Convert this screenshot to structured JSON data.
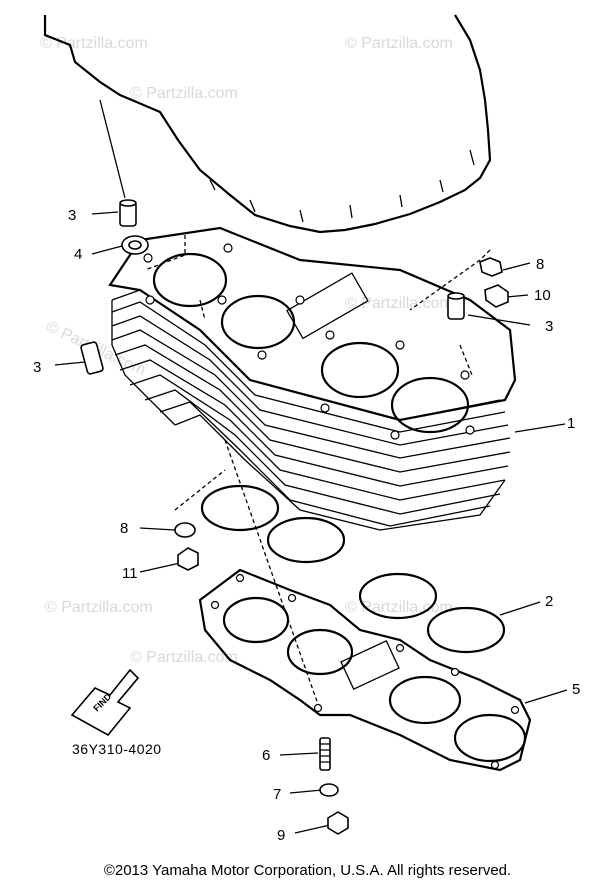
{
  "watermark": "© Partzilla.com",
  "diagram_code": "36Y310-4020",
  "find_label": "FIND",
  "copyright": "©2013  Yamaha Motor Corporation, U.S.A. All rights reserved.",
  "callouts": {
    "c1": "1",
    "c2": "2",
    "c3a": "3",
    "c3b": "3",
    "c3c": "3",
    "c4": "4",
    "c5": "5",
    "c6": "6",
    "c7": "7",
    "c8a": "8",
    "c8b": "8",
    "c9": "9",
    "c10": "10",
    "c11": "11"
  }
}
